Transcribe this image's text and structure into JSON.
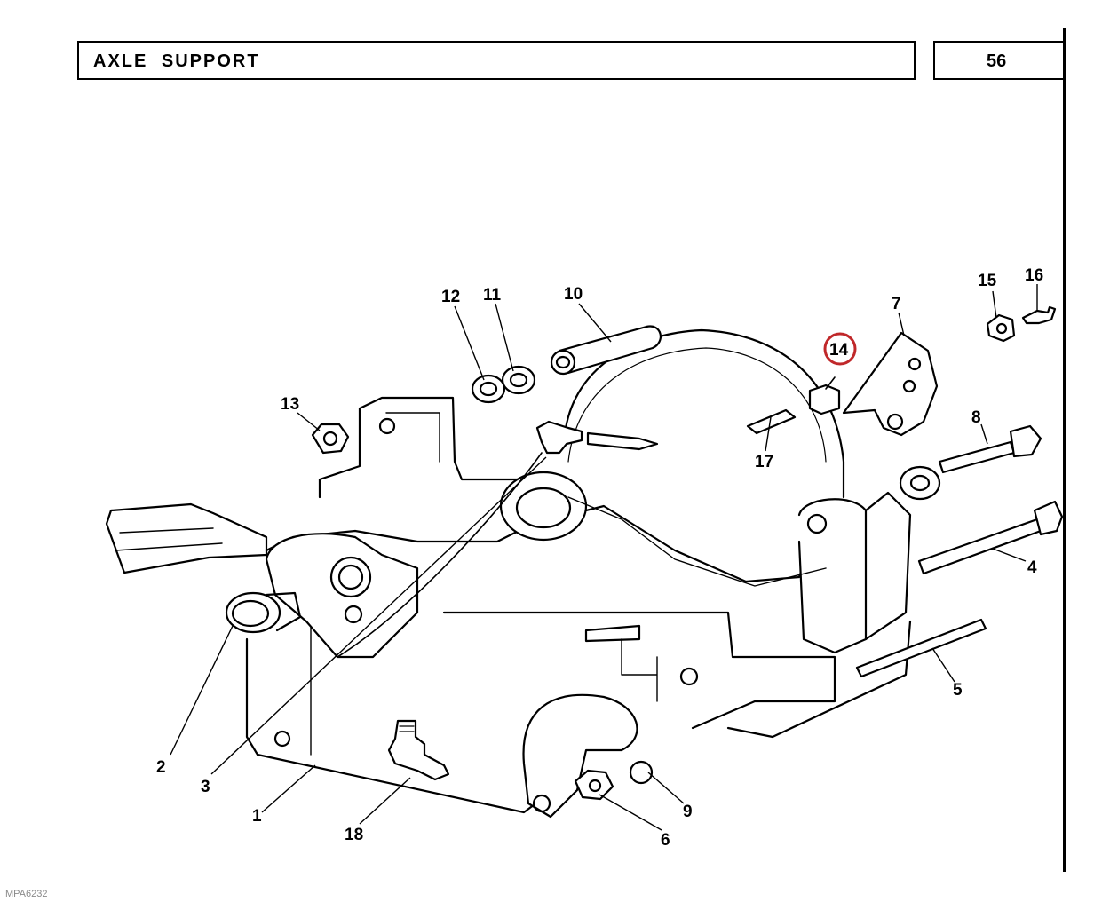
{
  "header": {
    "title": "AXLE SUPPORT",
    "page_number": "56"
  },
  "callouts": [
    "1",
    "2",
    "3",
    "4",
    "5",
    "6",
    "7",
    "8",
    "9",
    "10",
    "11",
    "12",
    "13",
    "14",
    "15",
    "16",
    "17",
    "18"
  ],
  "highlighted_callout": "14",
  "highlight_color": "#c0282a",
  "footer": {
    "code": "MPA6232"
  }
}
